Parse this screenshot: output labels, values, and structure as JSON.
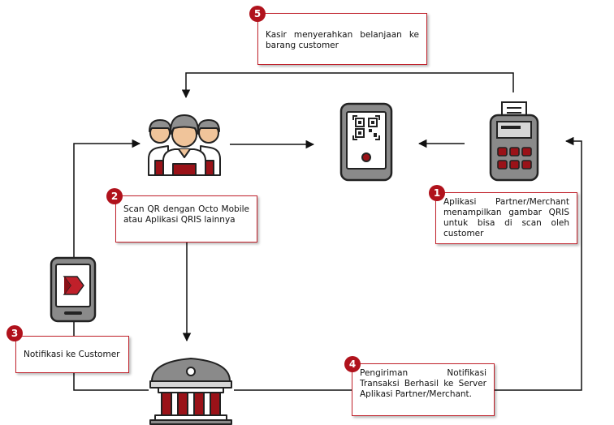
{
  "steps": [
    {
      "number": "1",
      "text": "Aplikasi Partner/Merchant menampilkan gambar QRIS untuk bisa di scan oleh customer"
    },
    {
      "number": "2",
      "text": "Scan QR dengan Octo Mobile atau Aplikasi QRIS lainnya"
    },
    {
      "number": "3",
      "text": "Notifikasi ke Customer"
    },
    {
      "number": "4",
      "text": "Pengiriman Notifikasi Transaksi Berhasil ke Server Aplikasi Partner/Merchant."
    },
    {
      "number": "5",
      "text": "Kasir menyerahkan belanjaan ke barang customer"
    }
  ],
  "icons": {
    "customers": "customers-group-icon",
    "phone_qr": "phone-qr-icon",
    "edc": "edc-terminal-icon",
    "phone_notification": "phone-notification-icon",
    "bank": "bank-building-icon"
  },
  "colors": {
    "accent": "#b0121c",
    "box_border": "#c0202a",
    "outline": "#222222",
    "device_gray": "#8a8a8a",
    "line": "#111111"
  }
}
